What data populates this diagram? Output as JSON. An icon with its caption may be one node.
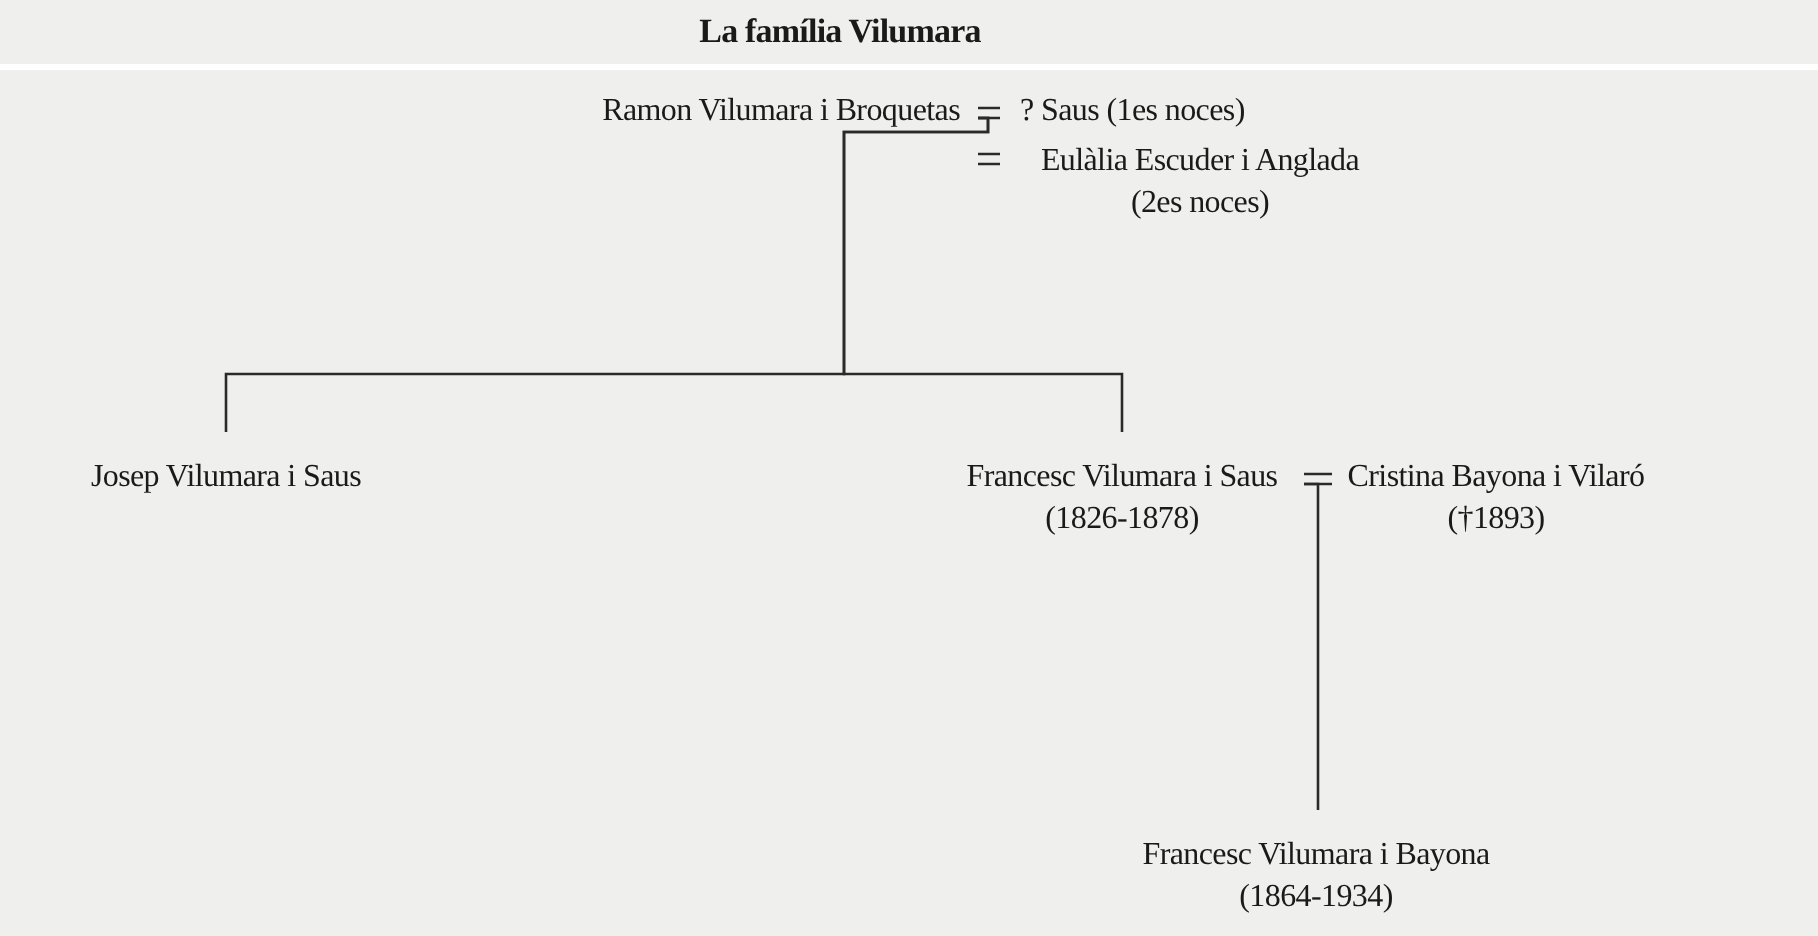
{
  "diagram": {
    "title": "La família Vilumara",
    "nodes": [
      {
        "text": [
          "Ramon Vilumara i Broquetas"
        ]
      },
      {
        "text": [
          "? Saus (1es noces)"
        ]
      },
      {
        "text": [
          "Eulàlia Escuder i Anglada",
          "(2es noces)"
        ]
      },
      {
        "text": [
          "Josep Vilumara i Saus"
        ]
      },
      {
        "text": [
          "Francesc Vilumara i Saus",
          "(1826-1878)"
        ]
      },
      {
        "text": [
          "Cristina Bayona i Vilaró",
          "(†1893)"
        ]
      },
      {
        "text": [
          "Francesc Vilumara i Bayona",
          "(1864-1934)"
        ]
      }
    ],
    "edges": [
      {
        "from": 0,
        "to": 1,
        "arrow": "none"
      },
      {
        "from": 0,
        "to": 2,
        "arrow": "none"
      },
      {
        "from": 0,
        "to": 3,
        "arrow": "none"
      },
      {
        "from": 0,
        "to": 4,
        "arrow": "none"
      },
      {
        "from": 4,
        "to": 5,
        "arrow": "none"
      },
      {
        "from": 4,
        "to": 6,
        "arrow": "none"
      }
    ]
  }
}
